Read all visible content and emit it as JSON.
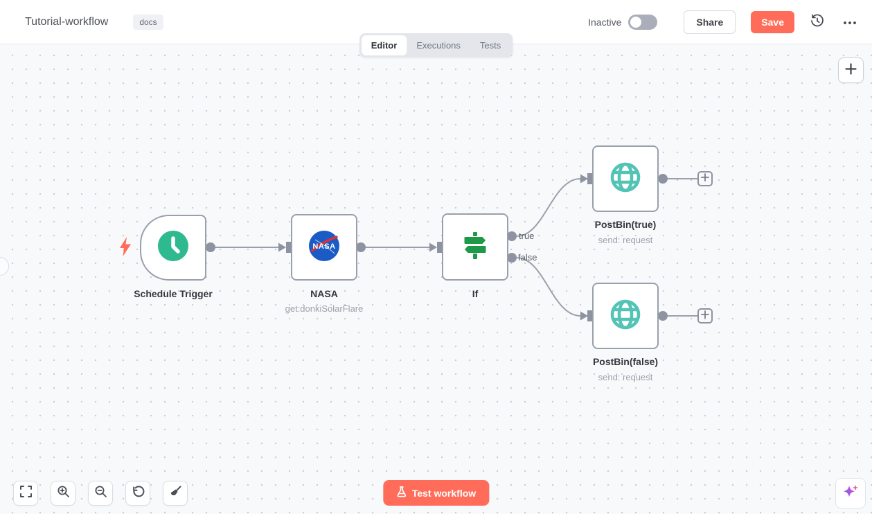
{
  "header": {
    "title": "Tutorial-workflow",
    "tag": "docs",
    "status_label": "Inactive",
    "status_active": false,
    "share_label": "Share",
    "save_label": "Save"
  },
  "tabs": {
    "items": [
      {
        "label": "Editor",
        "active": true
      },
      {
        "label": "Executions",
        "active": false
      },
      {
        "label": "Tests",
        "active": false
      }
    ]
  },
  "workflow": {
    "nodes": [
      {
        "id": "schedule-trigger",
        "label": "Schedule Trigger",
        "subtitle": "",
        "icon": "clock-icon",
        "type": "trigger"
      },
      {
        "id": "nasa",
        "label": "NASA",
        "subtitle": "get:donkiSolarFlare",
        "icon": "nasa-logo-icon",
        "type": "action"
      },
      {
        "id": "if",
        "label": "If",
        "subtitle": "",
        "icon": "signpost-icon",
        "type": "action",
        "outputs": [
          "true",
          "false"
        ]
      },
      {
        "id": "postbin-true",
        "label": "PostBin(true)",
        "subtitle": "send: request",
        "icon": "globe-icon",
        "type": "action"
      },
      {
        "id": "postbin-false",
        "label": "PostBin(false)",
        "subtitle": "send: request",
        "icon": "globe-icon",
        "type": "action"
      }
    ],
    "connections": [
      {
        "from": "Schedule Trigger",
        "to": "NASA"
      },
      {
        "from": "NASA",
        "to": "If"
      },
      {
        "from": "If",
        "to": "PostBin(true)",
        "output": "true"
      },
      {
        "from": "If",
        "to": "PostBin(false)",
        "output": "false"
      }
    ],
    "output_labels": {
      "true": "true",
      "false": "false"
    }
  },
  "controls": {
    "test_button_label": "Test workflow"
  },
  "icons": {
    "header": [
      "history-icon",
      "ellipsis-icon"
    ],
    "canvas_controls": [
      "fit-view-icon",
      "zoom-in-icon",
      "zoom-out-icon",
      "reset-zoom-icon",
      "tidy-up-icon"
    ],
    "other": [
      "lightning-icon",
      "plus-icon",
      "ai-sparkle-icon",
      "flask-icon"
    ]
  },
  "colors": {
    "primary": "#ff6d5a",
    "trigger_green": "#2eba8e",
    "if_green": "#1e9948",
    "globe_teal": "#52c3b4",
    "connector_gray": "#8d93a0",
    "canvas_bg": "#f8f9fb"
  }
}
